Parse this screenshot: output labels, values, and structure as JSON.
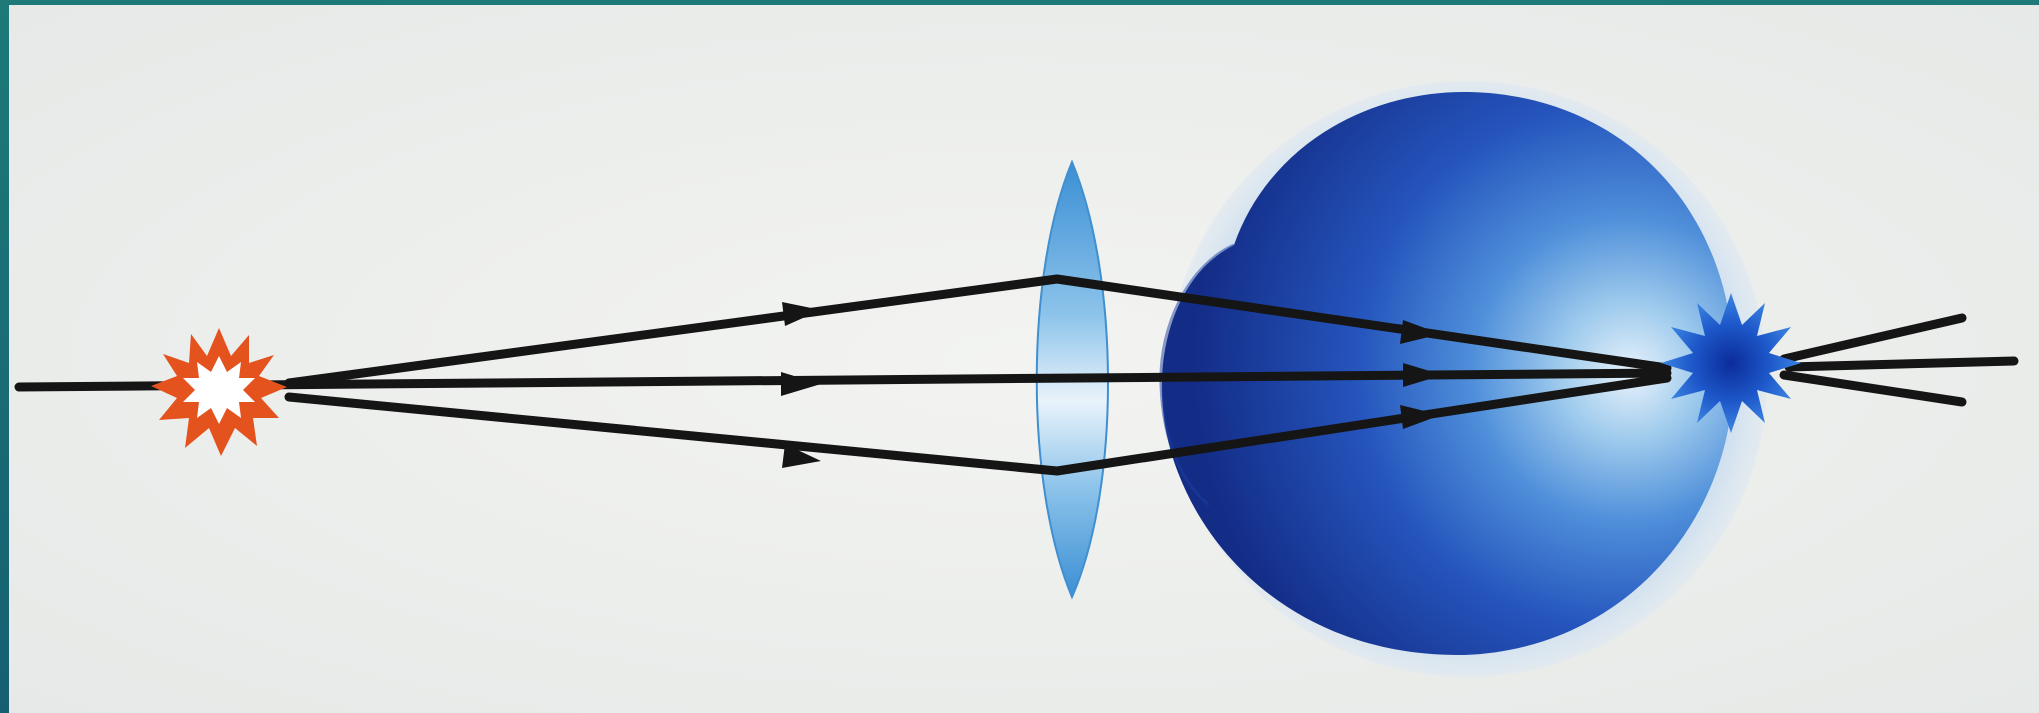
{
  "diagram": {
    "subject": "hyperopia-correction-with-converging-lens",
    "elements": {
      "light_source": "point-light-source",
      "corrective_lens": "biconvex-converging-lens",
      "eyeball": "eyeball",
      "focus_point": "focus-point-on-retina",
      "rays": [
        "upper-ray",
        "axial-ray",
        "lower-ray"
      ]
    },
    "colors": {
      "paper": "#eef0ee",
      "frame": "#1a6a6e",
      "ray": "#151515",
      "source_star": "#e4521e",
      "lens": "#5aa7dd",
      "eye_dark": "#1a3ea0",
      "eye_light": "#b4d8f2",
      "eye_halo": "#cfe0f1",
      "focus_star": "#1f5fd0"
    },
    "text": []
  }
}
